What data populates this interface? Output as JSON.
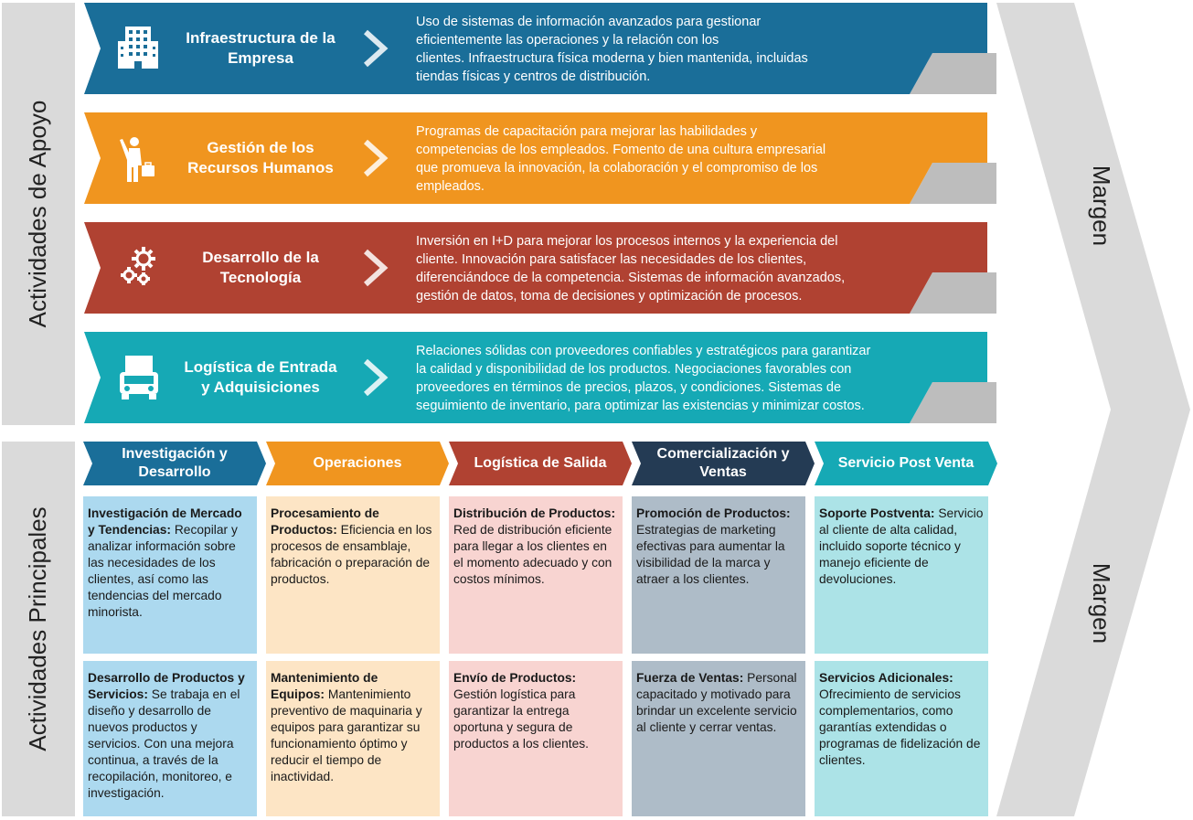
{
  "side_labels": {
    "support": "Actividades de Apoyo",
    "primary": "Actividades Principales"
  },
  "margin_labels": {
    "top": "Margen",
    "bottom": "Margen"
  },
  "support_rows": [
    {
      "title": "Infraestructura de la Empresa",
      "title_lines": [
        "Infraestructura de la",
        "Empresa"
      ],
      "desc_lines": [
        "Uso de sistemas de información avanzados para gestionar",
        "eficientemente las operaciones y la relación con los",
        "clientes. Infraestructura física moderna y bien mantenida, incluidas",
        "tiendas físicas y centros de distribución."
      ],
      "color": "#1a6e99",
      "icon": "building-icon"
    },
    {
      "title": "Gestión de los Recursos Humanos",
      "title_lines": [
        "Gestión de los",
        "Recursos Humanos"
      ],
      "desc_lines": [
        "Programas de capacitación para mejorar las habilidades y",
        "competencias de los empleados. Fomento de una cultura empresarial",
        "que promueva la innovación, la colaboración y el compromiso de los",
        "empleados."
      ],
      "color": "#f0951f",
      "icon": "person-briefcase-icon"
    },
    {
      "title": "Desarrollo de la Tecnología",
      "title_lines": [
        "Desarrollo de la",
        "Tecnología"
      ],
      "desc_lines": [
        "Inversión en I+D para mejorar los procesos internos y la experiencia del",
        "cliente. Innovación para satisfacer las necesidades de los clientes,",
        "diferenciándoce de la competencia. Sistemas de información avanzados,",
        "gestión de datos, toma de decisiones y optimización de procesos."
      ],
      "color": "#b04232",
      "icon": "gears-icon"
    },
    {
      "title": "Logística de Entrada y Adquisiciones",
      "title_lines": [
        "Logística de Entrada",
        "y Adquisiciones"
      ],
      "desc_lines": [
        "Relaciones sólidas con proveedores confiables y estratégicos para garantizar",
        "la calidad y disponibilidad de los productos. Negociaciones favorables con",
        "proveedores en términos de precios, plazos, y condiciones. Sistemas de",
        "seguimiento de inventario, para optimizar las existencias y minimizar costos."
      ],
      "color": "#16a9b5",
      "icon": "truck-icon"
    }
  ],
  "primary_columns": [
    {
      "title_lines": [
        "Investigación y",
        "Desarrollo"
      ],
      "head_color": "#1a6e99",
      "card_color": "#acd9ef",
      "cards": [
        {
          "bold": "Investigación de Mercado y Tendencias:",
          "text": " Recopilar y analizar información sobre las necesidades de los clientes, así como las tendencias del mercado minorista."
        },
        {
          "bold": "Desarrollo de Productos y Servicios:",
          "text": " Se trabaja en el diseño y desarrollo de nuevos productos y servicios. Con una mejora continua, a través de la recopilación, monitoreo, e investigación."
        }
      ]
    },
    {
      "title_lines": [
        "Operaciones"
      ],
      "head_color": "#f0951f",
      "card_color": "#fde5c5",
      "cards": [
        {
          "bold": "Procesamiento de Productos:",
          "text": " Eficiencia en los procesos de ensamblaje, fabricación o preparación de productos."
        },
        {
          "bold": "Mantenimiento de Equipos:",
          "text": " Mantenimiento preventivo de maquinaria y equipos para garantizar su funcionamiento óptimo y reducir el tiempo de inactividad."
        }
      ]
    },
    {
      "title_lines": [
        "Logística de Salida"
      ],
      "head_color": "#b04232",
      "card_color": "#f8d4d1",
      "cards": [
        {
          "bold": "Distribución de Productos:",
          "text": " Red de distribución eficiente para llegar a los clientes en el momento adecuado y con costos mínimos."
        },
        {
          "bold": "Envío de Productos:",
          "text": " Gestión logística para garantizar la entrega oportuna y segura de productos a los clientes."
        }
      ]
    },
    {
      "title_lines": [
        "Comercialización y",
        "Ventas"
      ],
      "head_color": "#243b54",
      "card_color": "#aebcc8",
      "cards": [
        {
          "bold": "Promoción de Productos:",
          "text": " Estrategias de marketing efectivas para aumentar la visibilidad de la marca y atraer a los clientes."
        },
        {
          "bold": "Fuerza de Ventas:",
          "text": " Personal capacitado y motivado para brindar un excelente servicio al cliente y cerrar ventas."
        }
      ]
    },
    {
      "title_lines": [
        "Servicio Post Venta"
      ],
      "head_color": "#16a9b5",
      "card_color": "#ace3e7",
      "cards": [
        {
          "bold": "Soporte Postventa:",
          "text": " Servicio al cliente de alta calidad, incluido soporte técnico y manejo eficiente de devoluciones."
        },
        {
          "bold": "Servicios Adicionales:",
          "text": " Ofrecimiento de servicios complementarios, como garantías extendidas o programas de fidelización de clientes."
        }
      ]
    }
  ]
}
